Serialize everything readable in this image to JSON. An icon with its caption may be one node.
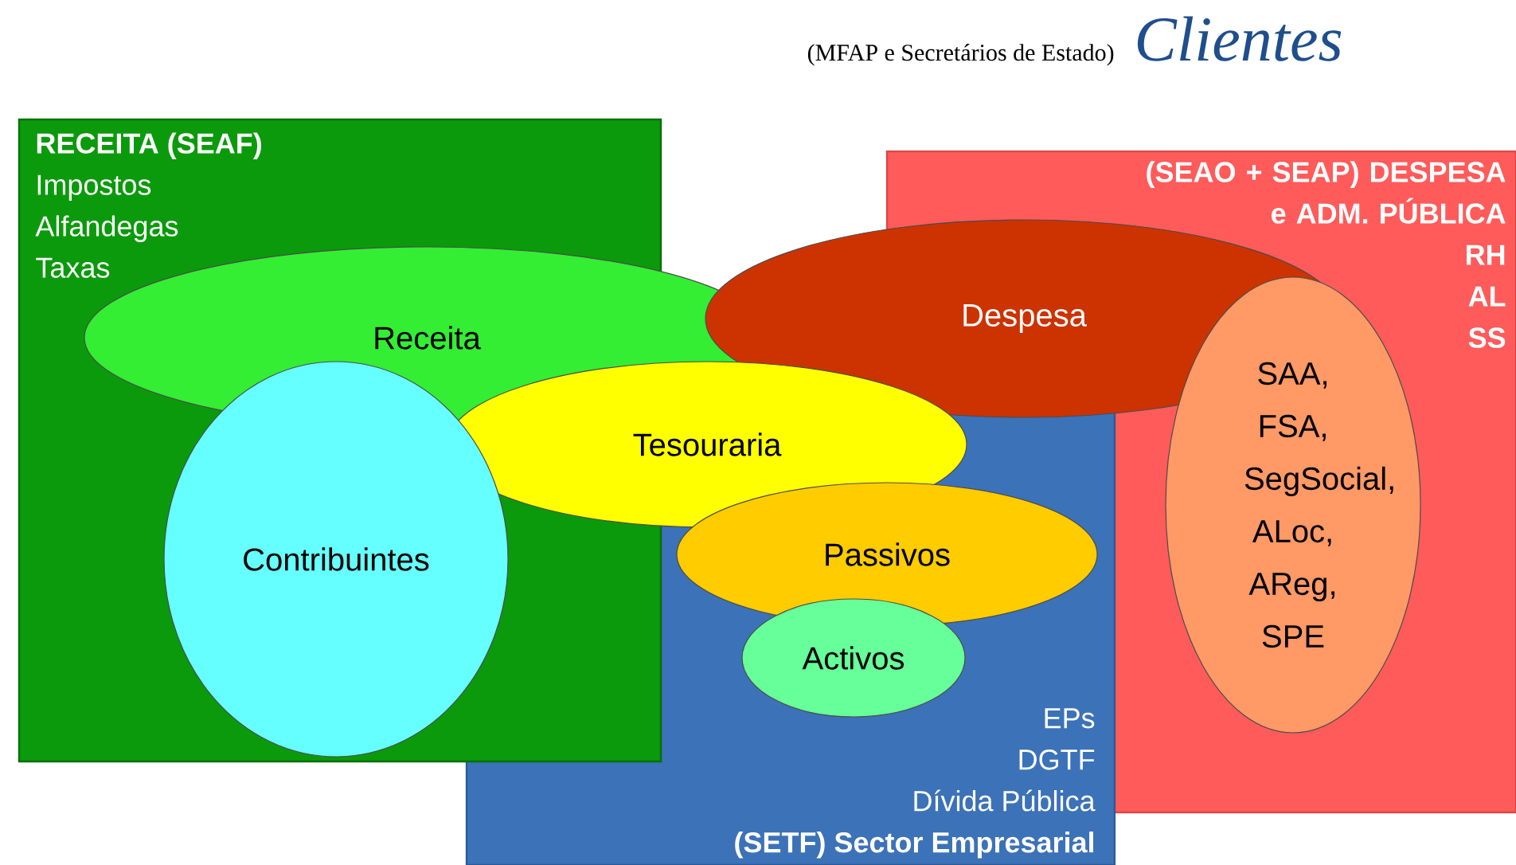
{
  "diagram": {
    "title": "Clientes",
    "nodes": [
      {
        "text": [
          "RECEITA (SEAF)",
          "Impostos",
          "Alfandegas",
          "Taxas"
        ]
      },
      {
        "text": [
          "(SEAO + SEAP) DESPESA e ADM. PÚBLICA",
          "RH",
          "AL",
          "SS"
        ]
      },
      {
        "text": [
          "EPs",
          "DGTF",
          "Dívida Pública",
          "(SETF) Sector Empresarial"
        ]
      },
      {
        "text": [
          "Receita"
        ]
      },
      {
        "text": [
          "Despesa"
        ]
      },
      {
        "text": [
          "Tesouraria"
        ]
      },
      {
        "text": [
          "Contribuintes"
        ],
        "in": 0
      },
      {
        "text": [
          "Passivos"
        ],
        "in": 2
      },
      {
        "text": [
          "Activos"
        ],
        "in": 2
      },
      {
        "text": [
          "SAA, FSA, SegSocial, ALoc, AReg, SPE"
        ],
        "in": 1
      }
    ],
    "edges": [],
    "labels": [
      "(MFAP e Secretários de Estado)"
    ]
  }
}
